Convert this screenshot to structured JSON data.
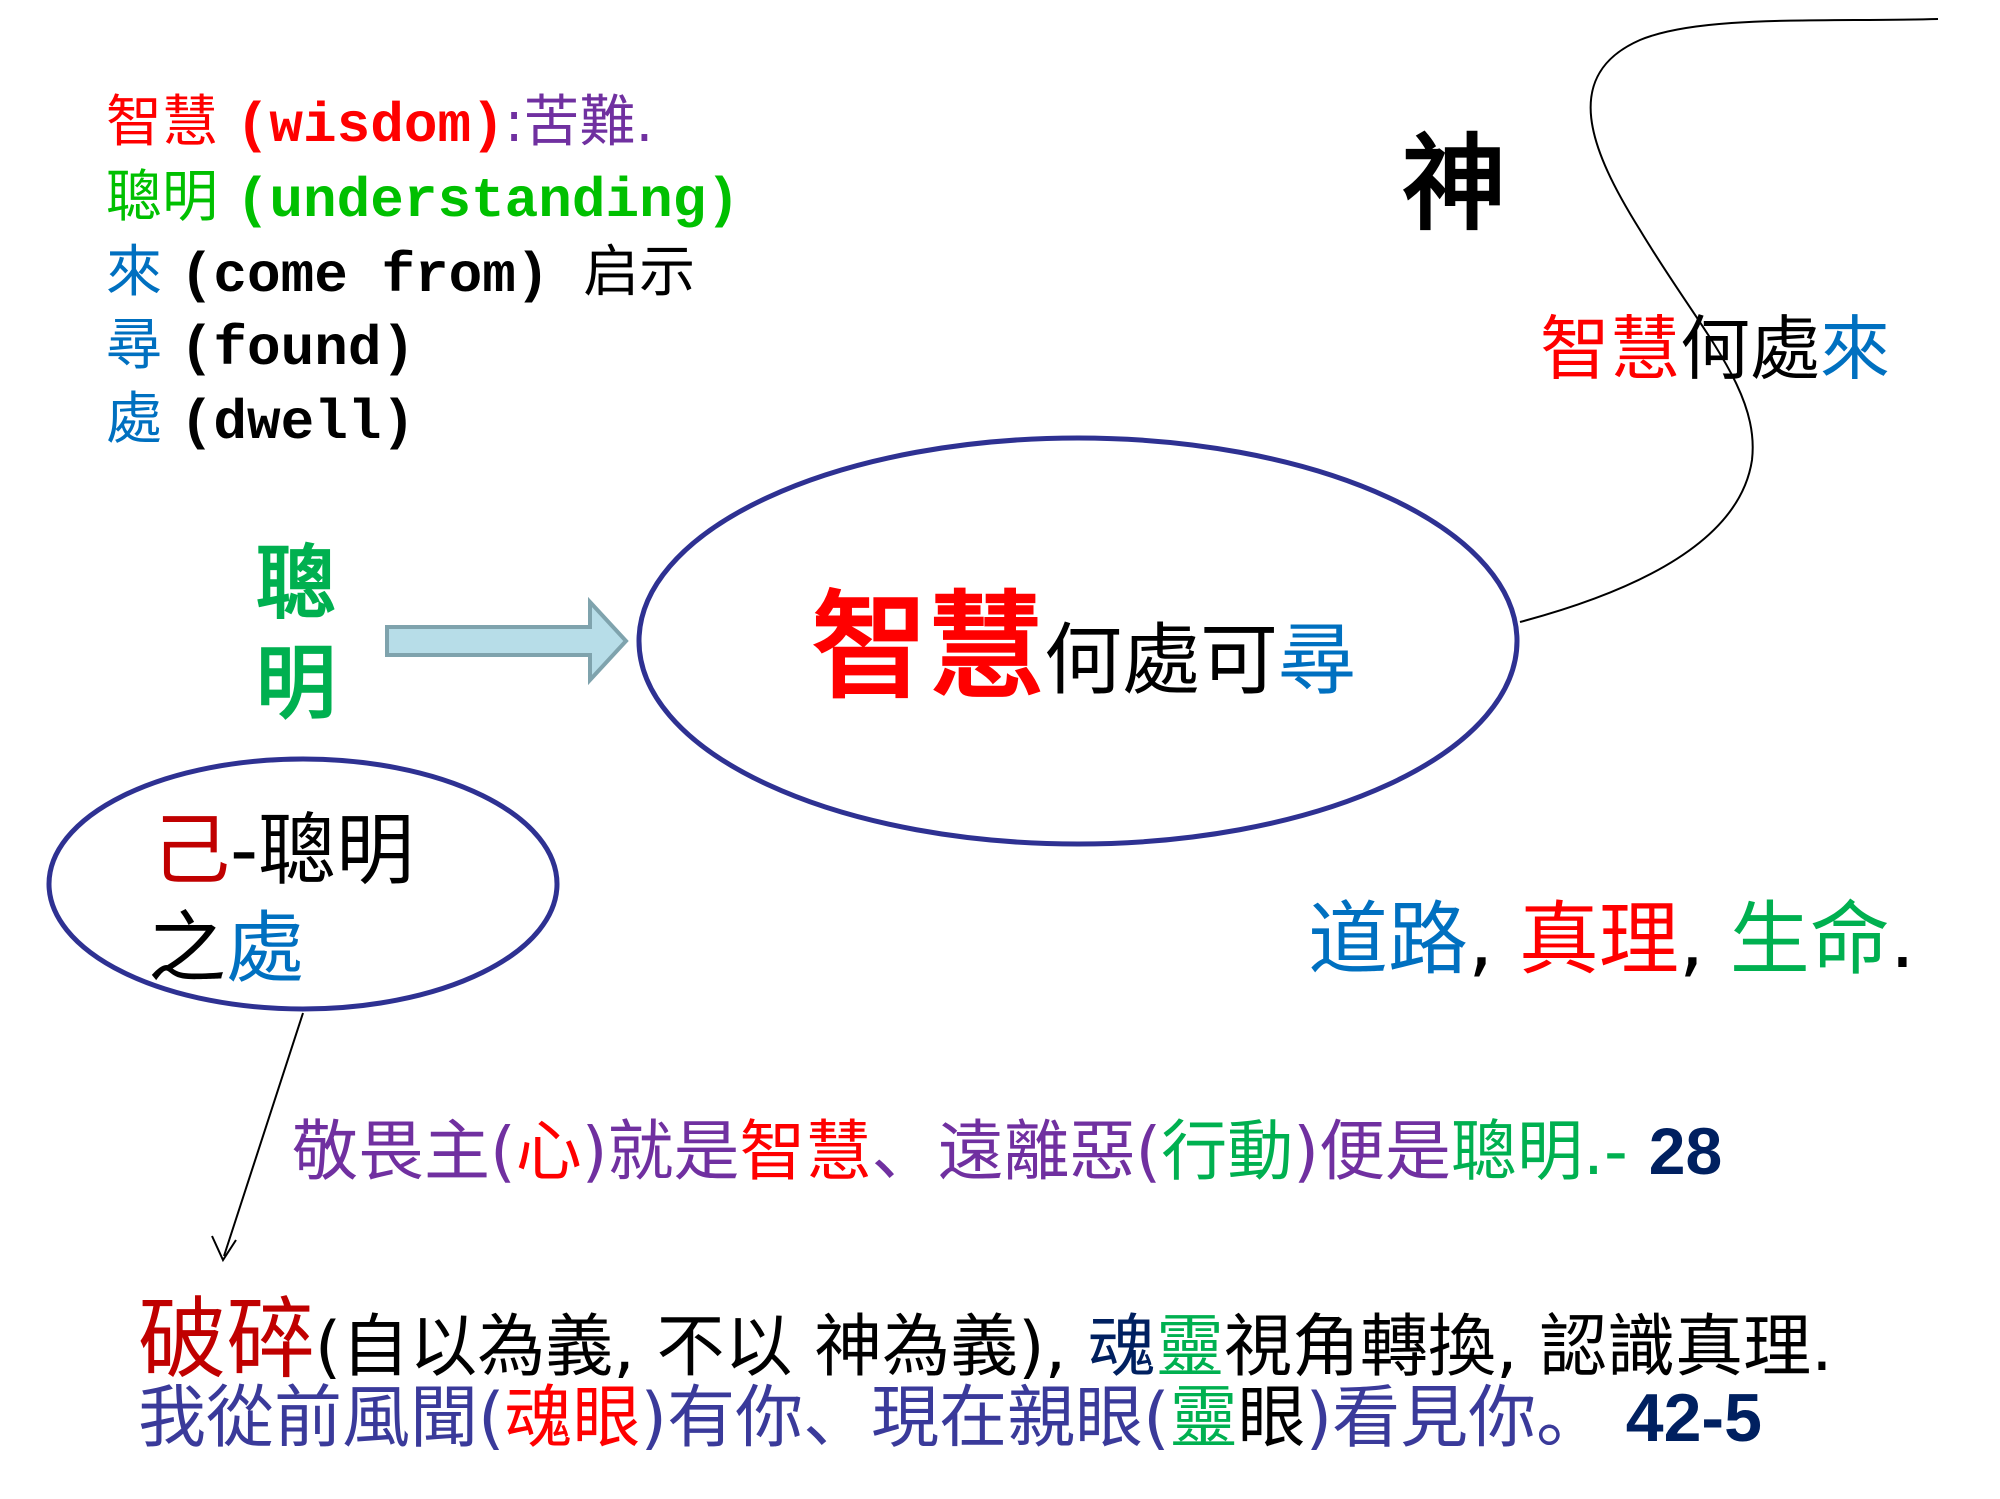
{
  "colors": {
    "red": "#ff0000",
    "dark_red": "#c00000",
    "green": "#00b050",
    "bright_green": "#00c000",
    "blue": "#0070c0",
    "purple": "#7030a0",
    "navy": "#002060",
    "indigo": "#3a3a9a",
    "black": "#000000",
    "ellipse_stroke": "#2e3192",
    "arrow_fill": "#b7dde8",
    "arrow_stroke": "#7fa3ad"
  },
  "legend": [
    [
      {
        "text": "智慧 ",
        "color": "red",
        "cjk": true
      },
      {
        "text": "(wisdom)",
        "color": "red"
      },
      {
        "text": ":苦難.",
        "color": "purple",
        "cjk": true
      }
    ],
    [
      {
        "text": "聰明 ",
        "color": "bright_green",
        "cjk": true
      },
      {
        "text": "(understanding)",
        "color": "bright_green"
      }
    ],
    [
      {
        "text": "來 ",
        "color": "blue",
        "cjk": true
      },
      {
        "text": "(come from) ",
        "color": "black"
      },
      {
        "text": "启示",
        "color": "black",
        "cjk": true
      }
    ],
    [
      {
        "text": "尋 ",
        "color": "blue",
        "cjk": true
      },
      {
        "text": "(found)",
        "color": "black"
      }
    ],
    [
      {
        "text": "處 ",
        "color": "blue",
        "cjk": true
      },
      {
        "text": "(dwell)",
        "color": "black"
      }
    ]
  ],
  "god_label": "神",
  "where_from": [
    {
      "text": "智慧",
      "color": "red"
    },
    {
      "text": "何處",
      "color": "black"
    },
    {
      "text": "來",
      "color": "blue"
    }
  ],
  "understanding_vertical": [
    "聰",
    "明"
  ],
  "center_ellipse": {
    "big": {
      "text": "智慧",
      "color": "red"
    },
    "rest": [
      {
        "text": "何處可",
        "color": "black"
      },
      {
        "text": "尋",
        "color": "blue"
      }
    ]
  },
  "self_ellipse": {
    "line1": [
      {
        "text": "己",
        "color": "dark_red"
      },
      {
        "text": "-聰明",
        "color": "black"
      }
    ],
    "line2": [
      {
        "text": "之",
        "color": "black"
      },
      {
        "text": "處",
        "color": "blue"
      }
    ]
  },
  "way_truth_life": [
    {
      "text": "道路",
      "color": "blue"
    },
    {
      "text": ", ",
      "color": "black"
    },
    {
      "text": "真理",
      "color": "red"
    },
    {
      "text": ", ",
      "color": "black"
    },
    {
      "text": "生命",
      "color": "green"
    },
    {
      "text": ".",
      "color": "black"
    }
  ],
  "proverb": [
    {
      "text": "敬畏主(",
      "color": "purple"
    },
    {
      "text": "心",
      "color": "red"
    },
    {
      "text": ")就是",
      "color": "purple"
    },
    {
      "text": "智慧",
      "color": "red"
    },
    {
      "text": "、遠離惡(",
      "color": "purple"
    },
    {
      "text": "行動",
      "color": "green"
    },
    {
      "text": ")便是",
      "color": "purple"
    },
    {
      "text": "聰明.-  ",
      "color": "green"
    },
    {
      "text": "28",
      "color": "navy",
      "bold": true
    }
  ],
  "broken_line": [
    {
      "text": "破碎",
      "color": "dark_red",
      "big": true
    },
    {
      "text": "(自以為義, 不以  神為義), ",
      "color": "black"
    },
    {
      "text": "魂",
      "color": "navy"
    },
    {
      "text": "靈",
      "color": "green"
    },
    {
      "text": "視角轉換, 認識真理.",
      "color": "black"
    }
  ],
  "job_line": [
    {
      "text": "我從前風聞(",
      "color": "indigo"
    },
    {
      "text": "魂眼",
      "color": "red"
    },
    {
      "text": ")有你、現在親眼(",
      "color": "indigo"
    },
    {
      "text": "靈",
      "color": "green"
    },
    {
      "text": "眼",
      "color": "black"
    },
    {
      "text": ")看見你。  ",
      "color": "indigo"
    },
    {
      "text": "42-5",
      "color": "navy",
      "bold": true
    }
  ]
}
